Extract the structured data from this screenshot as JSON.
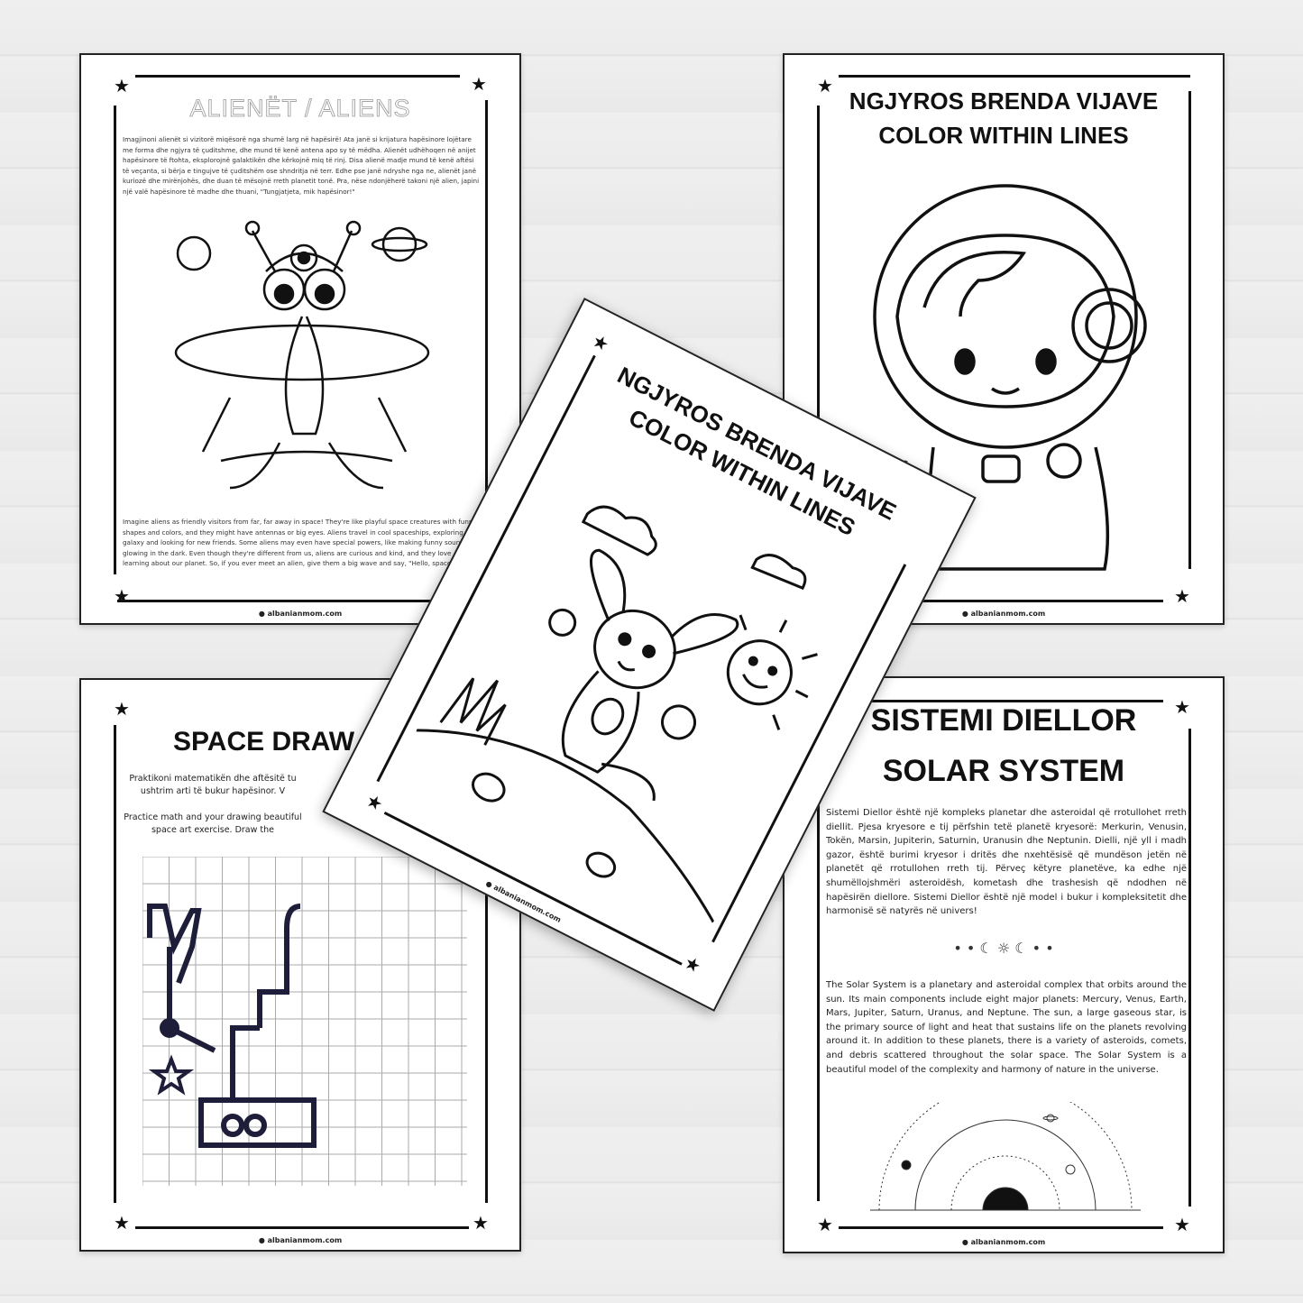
{
  "footer": "albanianmom.com",
  "aliens_page": {
    "title": "ALIENËT / ALIENS",
    "text_sq": "Imagjinoni alienët si vizitorë miqësorë nga shumë larg në hapësirë! Ata janë si krijatura hapësinore lojëtare me forma dhe ngjyra të çuditshme, dhe mund të kenë antena apo sy të mëdha. Alienët udhëhoqen në anijet hapësinore të ftohta, eksplorojnë galaktikën dhe kërkojnë miq të rinj. Disa alienë madje mund të kenë aftësi të veçanta, si bërja e tingujve të çuditshëm ose shndritja në terr. Edhe pse janë ndryshe nga ne, alienët janë kuriozë dhe mirënjohës, dhe duan të mësojnë rreth planetit tonë. Pra, nëse ndonjëherë takoni një alien, japini një valë hapësinore të madhe dhe thuani, \"Tungjatjeta, mik hapësinor!\"",
    "text_en": "Imagine aliens as friendly visitors from far, far away in space! They're like playful space creatures with funny shapes and colors, and they might have antennas or big eyes. Aliens travel in cool spaceships, exploring the galaxy and looking for new friends. Some aliens may even have special powers, like making funny sounds or glowing in the dark. Even though they're different from us, aliens are curious and kind, and they love learning about our planet. So, if you ever meet an alien, give them a big wave and say, \"Hello, space friend!\""
  },
  "astronaut_page": {
    "title_sq": "NGJYROS BRENDA VIJAVE",
    "title_en": "COLOR WITHIN LINES"
  },
  "center_page": {
    "title_sq": "NGJYROS BRENDA VIJAVE",
    "title_en": "COLOR WITHIN LINES"
  },
  "space_drawing_page": {
    "title": "SPACE DRAW",
    "text_sq": "Praktikoni matematikën dhe aftësitë tu ushtrim arti të bukur hapësinor. V",
    "text_en": "Practice math and your drawing beautiful space art exercise. Draw the"
  },
  "solar_page": {
    "title_sq": "SISTEMI DIELLOR",
    "title_en": "SOLAR SYSTEM",
    "text_sq": "Sistemi Diellor është një kompleks planetar dhe asteroidal që rrotullohet rreth diellit. Pjesa kryesore e tij përfshin tetë planetë kryesorë: Merkurin, Venusin, Tokën, Marsin, Jupiterin, Saturnin, Uranusin dhe Neptunin. Dielli, një yll i madh gazor, është burimi kryesor i dritës dhe nxehtësisë që mundëson jetën në planetët që rrotullohen rreth tij. Përveç këtyre planetëve, ka edhe një shumëllojshmëri asteroidësh, kometash dhe trashesish që ndodhen në hapësirën diellore. Sistemi Diellor është një model i bukur i kompleksitetit dhe harmonisë së natyrës në univers!",
    "text_en": "The Solar System is a planetary and asteroidal complex that orbits around the sun. Its main components include eight major planets: Mercury, Venus, Earth, Mars, Jupiter, Saturn, Uranus, and Neptune. The sun, a large gaseous star, is the primary source of light and heat that sustains life on the planets revolving around it. In addition to these planets, there is a variety of asteroids, comets, and debris scattered throughout the solar space. The Solar System is a beautiful model of the complexity and harmony of nature in the universe."
  }
}
